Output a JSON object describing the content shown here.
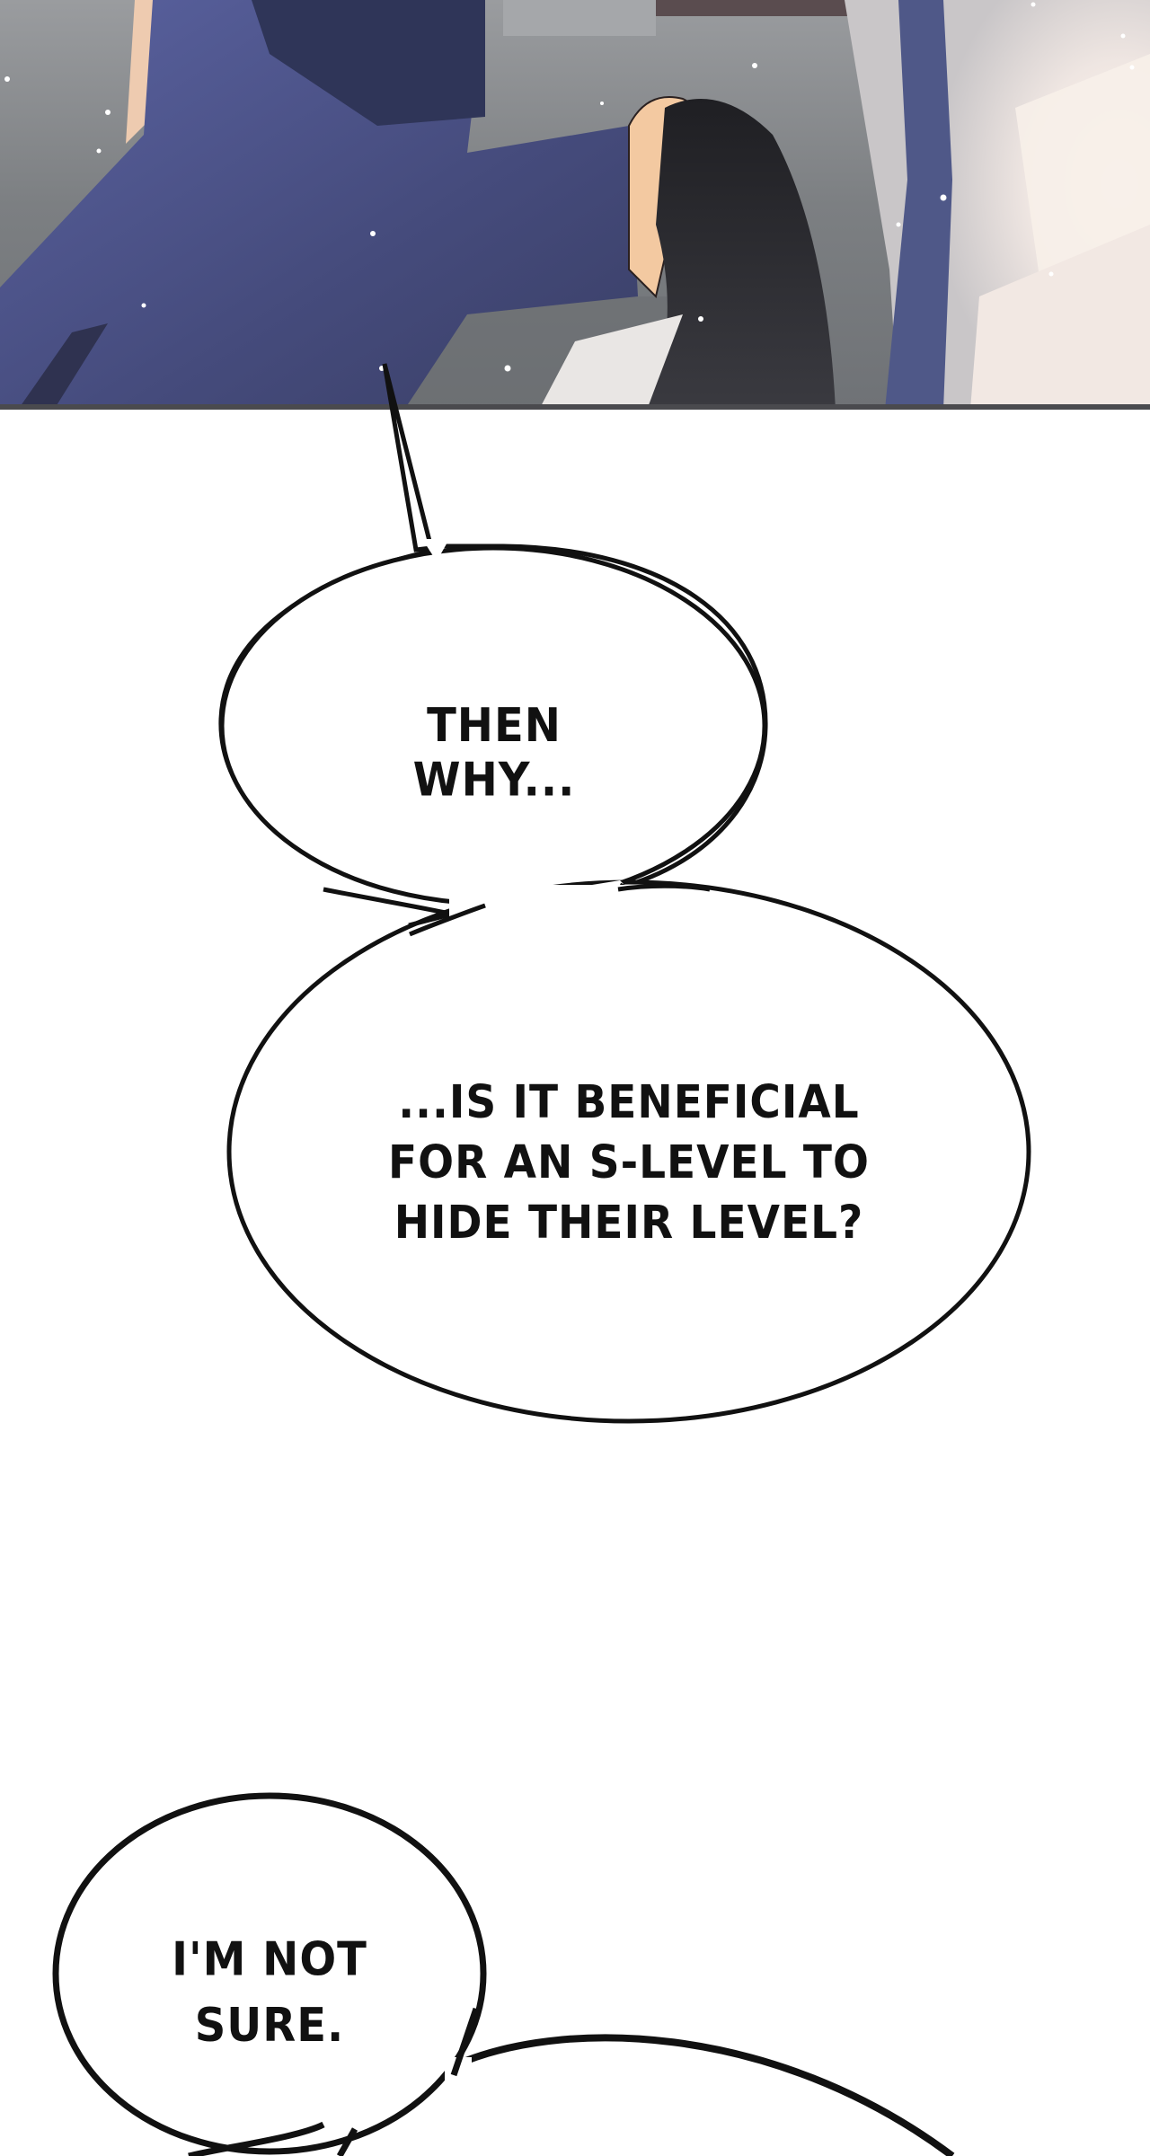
{
  "comic": {
    "panel": {
      "description": "Close-up: a person in a navy sleeve grips another figure's dark hair; grey interior background with floating sparkles and a bright white/peach glow on the right",
      "colors": {
        "background_grey": "#7b7d80",
        "sleeve_navy": "#4a5080",
        "sleeve_shadow": "#2e3354",
        "hair_dark": "#2b2b2f",
        "skin": "#f1c9a0",
        "highlight": "#f4ece6",
        "panel_border": "#4a4a4e"
      }
    },
    "bubbles": [
      {
        "id": "bubble-1",
        "text": "THEN WHY..."
      },
      {
        "id": "bubble-2",
        "text": "...IS IT BENEFICIAL\nFOR AN S-LEVEL TO\nHIDE THEIR LEVEL?"
      },
      {
        "id": "bubble-3",
        "text": "I'M NOT\nSURE."
      }
    ]
  }
}
